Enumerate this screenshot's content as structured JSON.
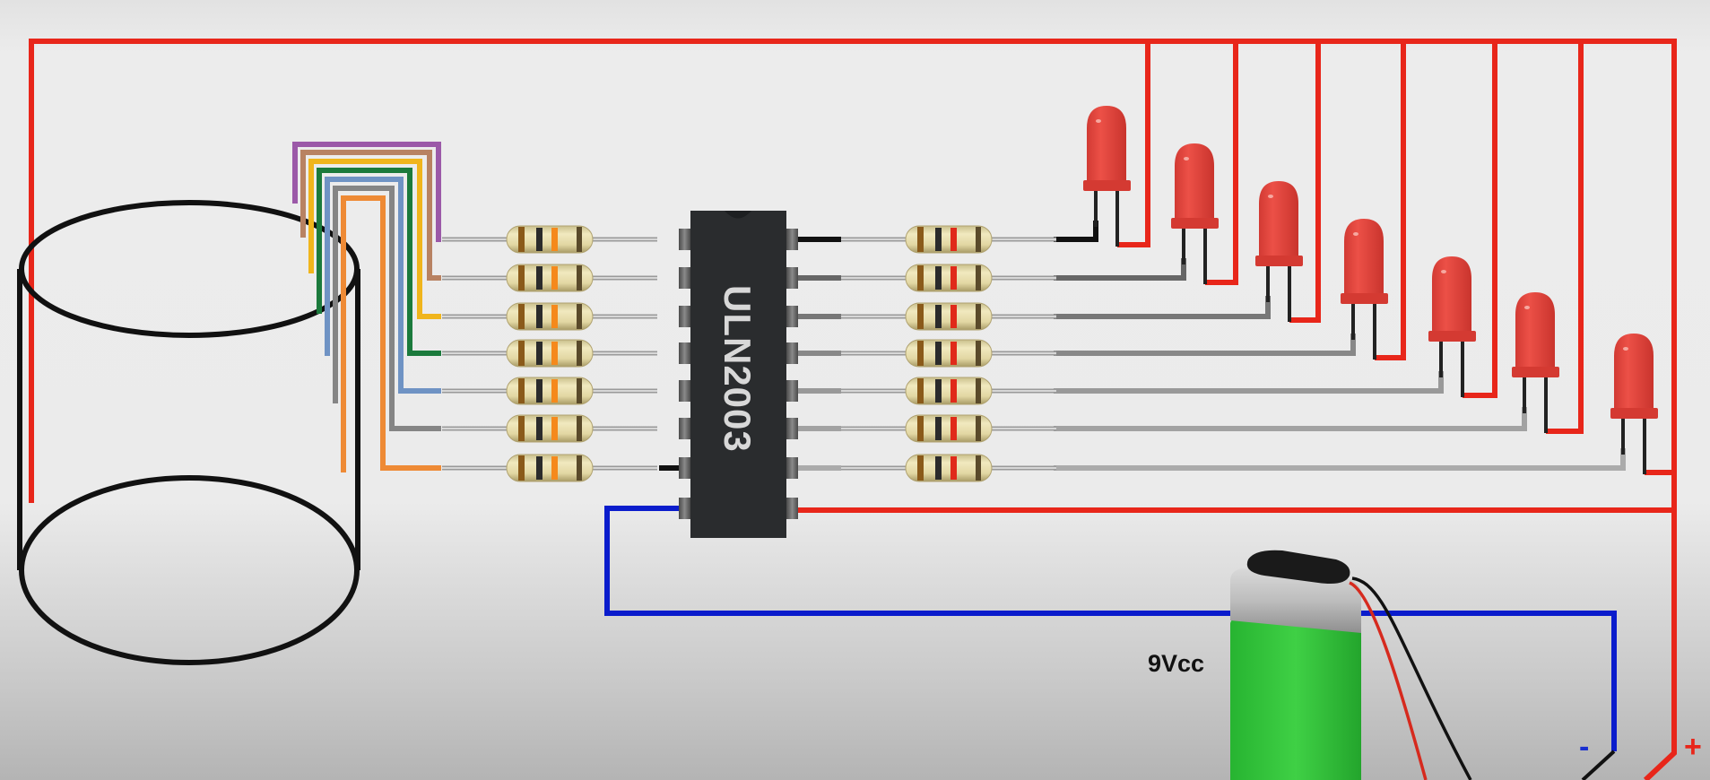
{
  "diagram": {
    "title": "Water level indicator circuit",
    "ic": {
      "label": "ULN2003",
      "pins_per_side": 8
    },
    "battery": {
      "label": "9Vcc",
      "positive_symbol": "+",
      "negative_symbol": "-"
    },
    "container": {
      "name": "water-tank"
    },
    "colors": {
      "supply_positive": "#e8261a",
      "ground": "#0a1ccc",
      "ic_body": "#2a2c2e",
      "led_red": "#e0413a",
      "battery_green": "#2fc23a"
    },
    "probe_wires": [
      {
        "color": "#9b59a8",
        "name": "probe-wire-purple"
      },
      {
        "color": "#b88262",
        "name": "probe-wire-brown"
      },
      {
        "color": "#f0b51c",
        "name": "probe-wire-yellow"
      },
      {
        "color": "#1b7a3c",
        "name": "probe-wire-green"
      },
      {
        "color": "#6f93c4",
        "name": "probe-wire-blue"
      },
      {
        "color": "#858585",
        "name": "probe-wire-grey"
      },
      {
        "color": "#ee8a35",
        "name": "probe-wire-orange"
      }
    ],
    "input_resistors": {
      "count": 7,
      "bands": [
        "#8a5a1a",
        "#2b2b2b",
        "#f5891c",
        "#5a4a2a"
      ]
    },
    "output_resistors": {
      "count": 7,
      "bands": [
        "#8a5a1a",
        "#2b2b2b",
        "#e02a1a",
        "#5a4a2a"
      ]
    },
    "output_wires": [
      {
        "color": "#111111"
      },
      {
        "color": "#666666"
      },
      {
        "color": "#777777"
      },
      {
        "color": "#888888"
      },
      {
        "color": "#999999"
      },
      {
        "color": "#a2a2a2"
      },
      {
        "color": "#ababab"
      }
    ],
    "leds": [
      {
        "id": 1,
        "color": "red"
      },
      {
        "id": 2,
        "color": "red"
      },
      {
        "id": 3,
        "color": "red"
      },
      {
        "id": 4,
        "color": "red"
      },
      {
        "id": 5,
        "color": "red"
      },
      {
        "id": 6,
        "color": "red"
      },
      {
        "id": 7,
        "color": "red"
      }
    ]
  }
}
